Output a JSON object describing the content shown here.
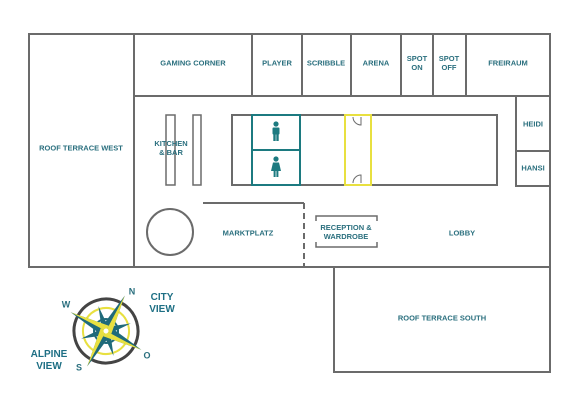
{
  "rooms": {
    "roof_terrace_west": "ROOF TERRACE WEST",
    "gaming_corner": "GAMING CORNER",
    "player": "PLAYER",
    "scribble": "SCRIBBLE",
    "arena": "ARENA",
    "spot_on": "SPOT\nON",
    "spot_off": "SPOT\nOFF",
    "freiraum": "FREIRAUM",
    "kitchen_bar": "KITCHEN\n& BAR",
    "heidi": "HEIDI",
    "hansi": "HANSI",
    "marktplatz": "MARKTPLATZ",
    "reception": "RECEPTION &\nWARDROBE",
    "lobby": "LOBBY",
    "roof_terrace_south": "ROOF TERRACE SOUTH"
  },
  "compass": {
    "n": "N",
    "w": "W",
    "s": "S",
    "o": "O",
    "city_view": "CITY\nVIEW",
    "alpine_view": "ALPINE\nVIEW"
  },
  "colors": {
    "wall": "#6b6b6b",
    "label": "#2a6f7e",
    "restroom": "#1c7a80",
    "highlight": "#e8e040",
    "compass_dark": "#1f6a7a",
    "compass_light": "#e8e040"
  },
  "icons": [
    "male-restroom-icon",
    "female-restroom-icon",
    "compass-rose-icon"
  ]
}
